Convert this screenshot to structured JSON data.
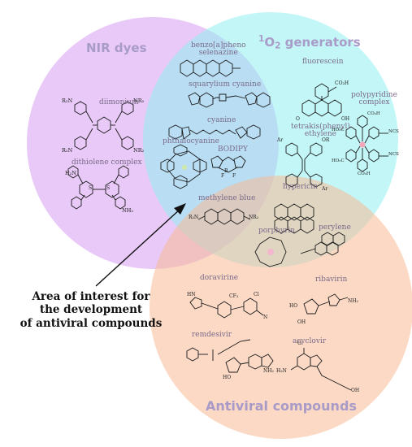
{
  "colors": {
    "nir": "#d59cf0",
    "singlet": "#92eff0",
    "antiviral": "#f7b995",
    "text_muted": "#a99bc8",
    "molecule_ink": "#1a1a1a"
  },
  "sets": {
    "nir_dyes": "NIR dyes",
    "singlet_oxygen": {
      "sup": "1",
      "base": "O",
      "sub": "2",
      "rest": " generators"
    },
    "antiviral": "Antiviral compounds"
  },
  "callout": {
    "line1": "Area of interest for",
    "line2": "the development",
    "line3": "of antiviral compounds"
  },
  "compounds": {
    "benzo_line1": "benzo[a]pheno",
    "benzo_line2": "selenazine",
    "squarylium": "squarylium cyanine",
    "cyanine": "cyanine",
    "phthalocyanine": "phthalocyanine",
    "bodipy": "BODIPY",
    "diimonium": "diimonium",
    "dithiolene": "dithiolene complex",
    "fluorescein": "fluorescein",
    "polypyridine_line1": "polypyridine",
    "polypyridine_line2": "complex",
    "tetrakis_line1": "tetrakis(phenyl)",
    "tetrakis_line2": "ethylene",
    "methylene_blue": "methylene blue",
    "hypericin": "hypericin",
    "porphyrin": "porphyrin",
    "perylene": "perylene",
    "doravirine": "doravirine",
    "ribavirin": "ribavirin",
    "remdesivir": "remdesivir",
    "acyclovir": "acyclovir"
  },
  "atoms": {
    "r2n": "R₂N",
    "nr2": "NR₂",
    "nh2": "NH₂",
    "h2n": "H₂N",
    "co2h": "CO₂H",
    "ho2c": "HO₂C",
    "oh": "OH",
    "ho": "HO",
    "o": "O",
    "ncs": "NCS",
    "ar": "Ar",
    "or": "OR",
    "f": "F",
    "cf3": "CF₃",
    "cl": "Cl",
    "cn": "N",
    "nh": "NH",
    "hn": "HN",
    "b": "B",
    "s": "S"
  }
}
